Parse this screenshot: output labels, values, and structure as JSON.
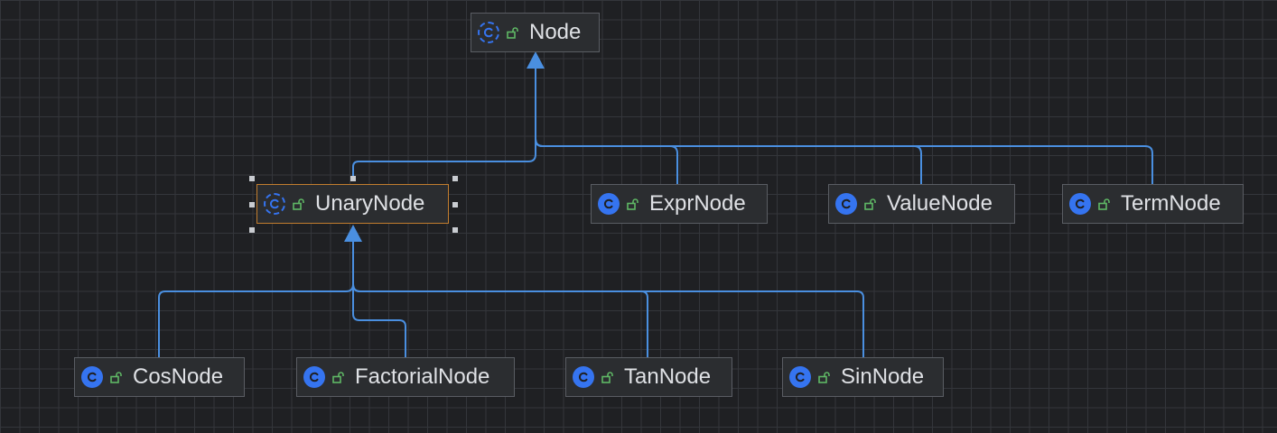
{
  "colors": {
    "background": "#1f2023",
    "grid": "#34363b",
    "node_fill": "#2b2d30",
    "node_border": "#5a5d63",
    "selected_border": "#c27d2e",
    "edge": "#4a8fe0",
    "class_icon": "#3574f0",
    "lock_icon": "#5fb865",
    "text": "#dfe1e5"
  },
  "nodes": {
    "node": {
      "label": "Node",
      "icon": "class-icon-abstract"
    },
    "unary": {
      "label": "UnaryNode",
      "icon": "class-icon-abstract",
      "selected": true
    },
    "expr": {
      "label": "ExprNode",
      "icon": "class-icon"
    },
    "value": {
      "label": "ValueNode",
      "icon": "class-icon"
    },
    "term": {
      "label": "TermNode",
      "icon": "class-icon"
    },
    "cos": {
      "label": "CosNode",
      "icon": "class-icon"
    },
    "factorial": {
      "label": "FactorialNode",
      "icon": "class-icon"
    },
    "tan": {
      "label": "TanNode",
      "icon": "class-icon"
    },
    "sin": {
      "label": "SinNode",
      "icon": "class-icon"
    }
  },
  "edges": [
    {
      "from": "unary",
      "to": "node",
      "type": "extends"
    },
    {
      "from": "expr",
      "to": "node",
      "type": "extends"
    },
    {
      "from": "value",
      "to": "node",
      "type": "extends"
    },
    {
      "from": "term",
      "to": "node",
      "type": "extends"
    },
    {
      "from": "cos",
      "to": "unary",
      "type": "extends"
    },
    {
      "from": "factorial",
      "to": "unary",
      "type": "extends"
    },
    {
      "from": "tan",
      "to": "unary",
      "type": "extends"
    },
    {
      "from": "sin",
      "to": "unary",
      "type": "extends"
    }
  ]
}
